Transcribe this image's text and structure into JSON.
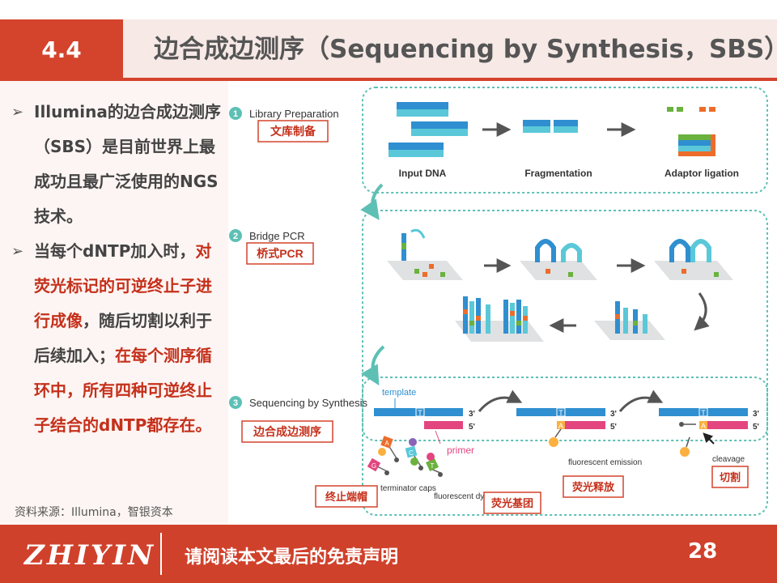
{
  "header": {
    "section": "4.4",
    "title": "边合成边测序（Sequencing by Synthesis，SBS）"
  },
  "bullets": [
    {
      "parts": [
        {
          "t": "Illumina的边合成边测序（SBS）是目前世界上最成功且最广泛使用的NGS技术。",
          "red": false
        }
      ]
    },
    {
      "parts": [
        {
          "t": "当每个dNTP加入时，",
          "red": false
        },
        {
          "t": "对荧光标记的可逆终止子进行成像",
          "red": true
        },
        {
          "t": "，随后切割以利于后续加入；",
          "red": false
        },
        {
          "t": "在每个测序循环中，所有四种可逆终止子结合的dNTP都存在。",
          "red": true
        }
      ]
    }
  ],
  "source": "资料来源：Illumina，智银资本",
  "steps": [
    {
      "num": "1",
      "label": "Library Preparation",
      "cn": "文库制备"
    },
    {
      "num": "2",
      "label": "Bridge PCR",
      "cn": "桥式PCR"
    },
    {
      "num": "3",
      "label": "Sequencing by Synthesis",
      "cn": "边合成边测序"
    }
  ],
  "library": {
    "input": "Input DNA",
    "frag": "Fragmentation",
    "adaptor": "Adaptor ligation"
  },
  "seq": {
    "template": "template",
    "primer": "primer",
    "three": "3'",
    "five": "5'",
    "T": "T",
    "A": "A",
    "terminator": "terminator caps",
    "dye": "fluorescent dye",
    "emission": "fluorescent emission",
    "cleavage": "cleavage",
    "cn_terminator": "终止端帽",
    "cn_dye": "荧光基团",
    "cn_emission": "荧光释放",
    "cn_cleave": "切割"
  },
  "nucleotides": [
    "A",
    "C",
    "G",
    "T"
  ],
  "footer": {
    "logo": "ZHIYIN",
    "disclaimer": "请阅读本文最后的免责声明",
    "page": "28"
  },
  "colors": {
    "accent": "#d4432c",
    "blue": "#2f8fd0",
    "cyan": "#5ac8d8",
    "pink": "#e3457e",
    "green": "#6ab23e",
    "orange": "#ec6d2b",
    "teal_frame": "#5ec0b5"
  }
}
